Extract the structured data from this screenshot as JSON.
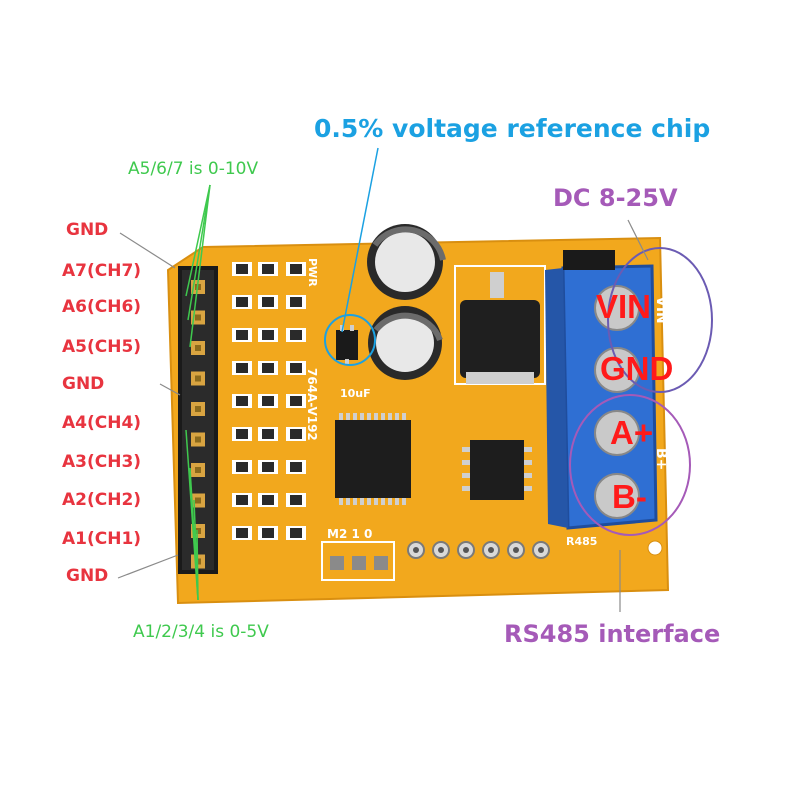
{
  "annotations": {
    "chip": "0.5% voltage reference chip",
    "dc_supply": "DC 8-25V",
    "rs485": "RS485 interface",
    "range_high": "A5/6/7 is 0-10V",
    "range_low": "A1/2/3/4 is 0-5V"
  },
  "pin_labels": [
    "GND",
    "A7(CH7)",
    "A6(CH6)",
    "A5(CH5)",
    "GND",
    "A4(CH4)",
    "A3(CH3)",
    "A2(CH2)",
    "A1(CH1)",
    "GND"
  ],
  "terminal_labels": [
    "VIN",
    "GND",
    "A+",
    "B-"
  ],
  "board_marks": {
    "pwr": "PWR",
    "cap": "10uF",
    "model": "764A-V192",
    "mode": "M2 1 0",
    "rs485_silk": "R485",
    "vin_silk": "VIN",
    "bplus": "B+"
  },
  "colors": {
    "board": "#f2a81d",
    "terminal": "#2f6fd3",
    "red_label": "#e8343f",
    "green_label": "#3fc94e",
    "blue_label": "#1ba1e2",
    "purple_label": "#a55ab8"
  }
}
